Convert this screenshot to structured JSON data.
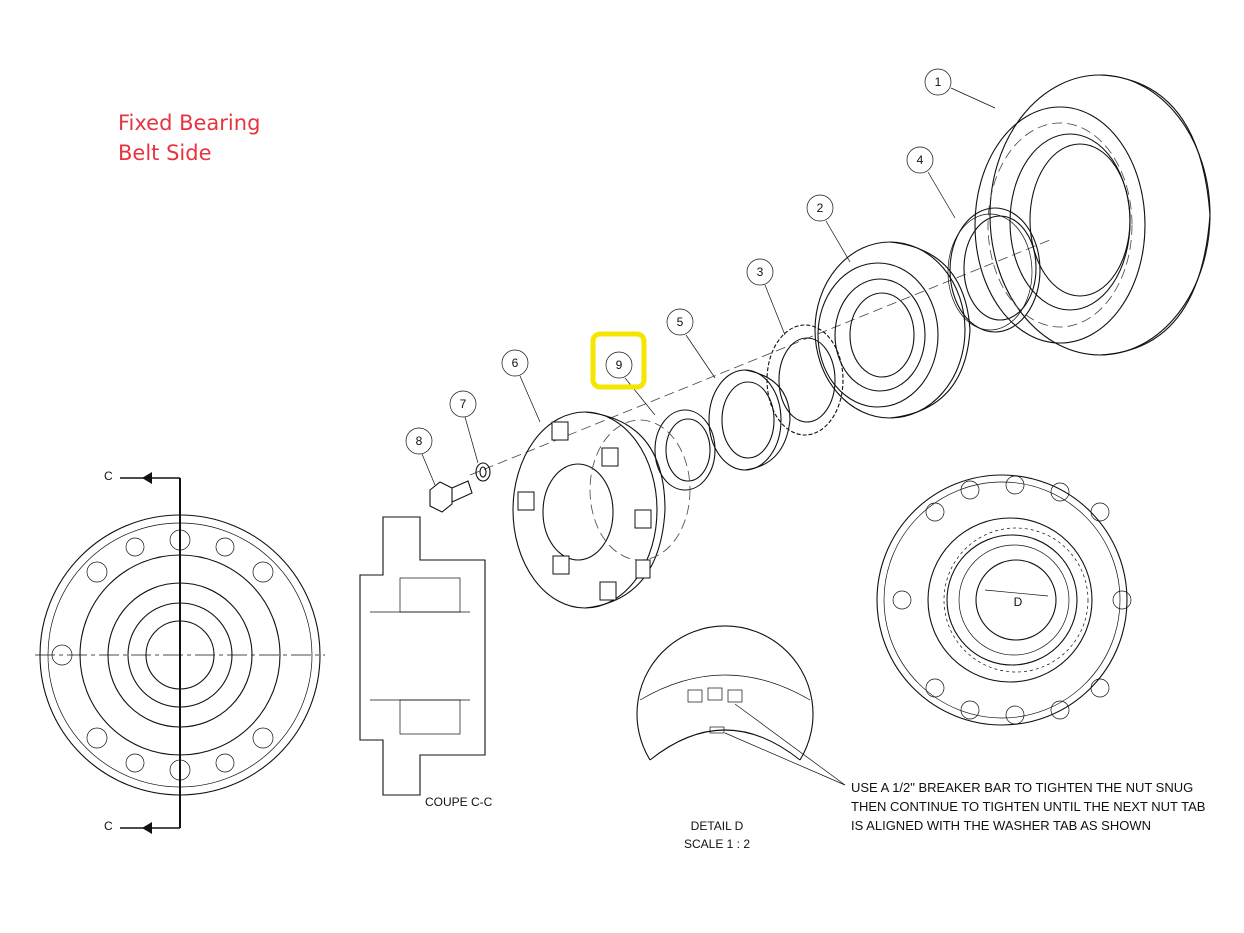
{
  "title": {
    "line1": "Fixed Bearing",
    "line2": "Belt Side"
  },
  "balloons": [
    "1",
    "2",
    "3",
    "4",
    "5",
    "6",
    "7",
    "8",
    "9"
  ],
  "highlight": {
    "balloon": "9",
    "color": "#f5e600"
  },
  "section_labels": {
    "cut_top": "C",
    "cut_bottom": "C",
    "section_caption": "COUPE C-C"
  },
  "detail": {
    "marker": "D",
    "caption": "DETAIL D",
    "scale": "SCALE 1 : 2"
  },
  "note": {
    "line1": "USE A 1/2\" BREAKER BAR TO TIGHTEN THE NUT SNUG",
    "line2": "THEN CONTINUE TO TIGHTEN UNTIL THE NEXT NUT TAB",
    "line3": "IS ALIGNED WITH THE WASHER TAB AS SHOWN"
  }
}
